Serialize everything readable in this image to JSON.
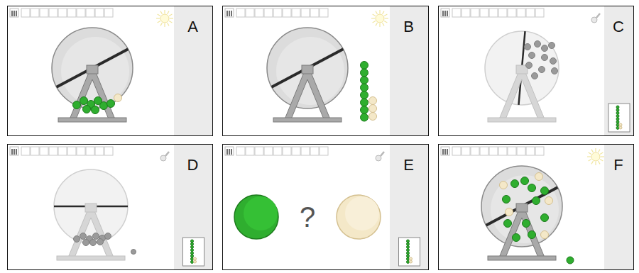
{
  "diagram": {
    "nodes": [
      {
        "text": [
          "A"
        ]
      },
      {
        "text": [
          "B"
        ]
      },
      {
        "text": [
          "C"
        ]
      },
      {
        "text": [
          "D"
        ]
      },
      {
        "text": [
          "E"
        ]
      },
      {
        "text": [
          "F"
        ]
      }
    ],
    "labels": [
      "?"
    ]
  }
}
